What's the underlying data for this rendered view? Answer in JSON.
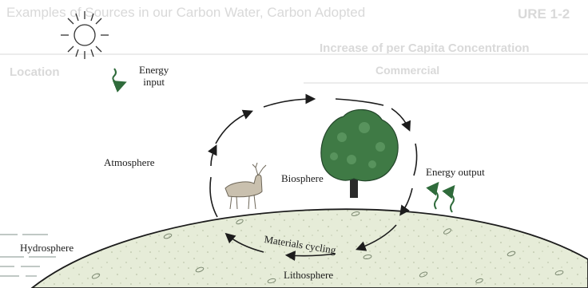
{
  "labels": {
    "energy_input_line1": "Energy",
    "energy_input_line2": "input",
    "atmosphere": "Atmosphere",
    "biosphere": "Biosphere",
    "energy_output": "Energy output",
    "hydrosphere": "Hydrosphere",
    "materials_cycling": "Materials cycling",
    "lithosphere": "Lithosphere"
  },
  "background_text": {
    "title": "Examples of Sources in our Carbon Water, Carbon Adopted",
    "figure": "URE 1-2",
    "subtitle": "Increase of per Capita Concentration",
    "location": "Location",
    "commercial": "Commercial"
  },
  "colors": {
    "earth_fill": "#e6ecd8",
    "tree_foliage": "#3f7a45",
    "tree_trunk": "#2a2a2a",
    "sun": "#333333",
    "deer": "#c9c0ae",
    "arrow": "#1c1c1c",
    "energy_wave": "#2f6b3b"
  }
}
